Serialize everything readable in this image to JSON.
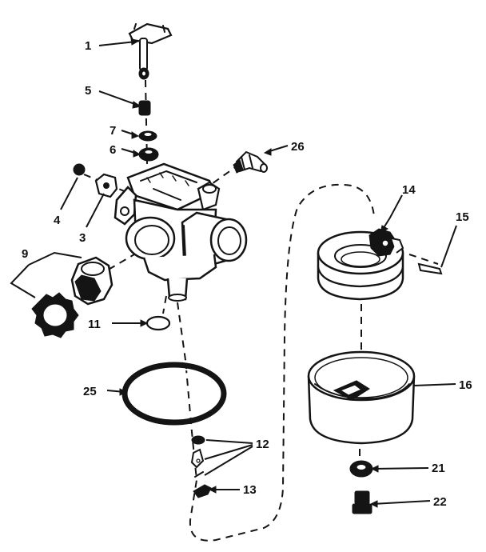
{
  "diagram": {
    "callouts": [
      {
        "id": "part-1",
        "label": "1"
      },
      {
        "id": "part-5",
        "label": "5"
      },
      {
        "id": "part-7",
        "label": "7"
      },
      {
        "id": "part-6",
        "label": "6"
      },
      {
        "id": "part-26",
        "label": "26"
      },
      {
        "id": "part-4",
        "label": "4"
      },
      {
        "id": "part-3",
        "label": "3"
      },
      {
        "id": "part-9",
        "label": "9"
      },
      {
        "id": "part-14",
        "label": "14"
      },
      {
        "id": "part-15",
        "label": "15"
      },
      {
        "id": "part-11",
        "label": "11"
      },
      {
        "id": "part-25",
        "label": "25"
      },
      {
        "id": "part-16",
        "label": "16"
      },
      {
        "id": "part-12",
        "label": "12"
      },
      {
        "id": "part-21",
        "label": "21"
      },
      {
        "id": "part-13",
        "label": "13"
      },
      {
        "id": "part-22",
        "label": "22"
      }
    ]
  }
}
